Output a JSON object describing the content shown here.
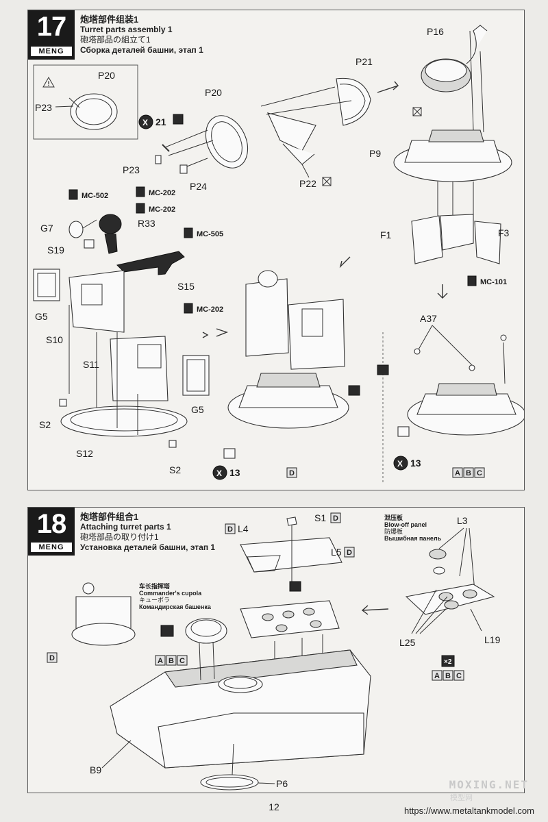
{
  "steps": [
    {
      "number": "17",
      "brand": "MENG",
      "title_zh": "炮塔部件组装1",
      "title_en": "Turret parts assembly 1",
      "title_ja": "砲塔部品の組立て1",
      "title_ru": "Сборка деталей башни, этап 1",
      "labels": {
        "p20_inset": "P20",
        "p23_inset": "P23",
        "p20": "P20",
        "p21": "P21",
        "p16": "P16",
        "p23": "P23",
        "p24": "P24",
        "p22": "P22",
        "p9": "P9",
        "f1": "F1",
        "f3": "F3",
        "g7": "G7",
        "r33": "R33",
        "s19": "S19",
        "s15": "S15",
        "g5_left": "G5",
        "g5_right": "G5",
        "s10": "S10",
        "s11": "S11",
        "s2_left": "S2",
        "s2_right": "S2",
        "s12": "S12",
        "a37": "A37",
        "x21": "21",
        "x13_mid": "13",
        "x13_right": "13",
        "mc502": "MC-502",
        "mc202_a": "MC-202",
        "mc202_b": "MC-202",
        "mc505": "MC-505",
        "mc202_c": "MC-202",
        "mc101": "MC-101",
        "sub_d": "D",
        "opt_a": "A",
        "opt_b": "B",
        "opt_c": "C"
      }
    },
    {
      "number": "18",
      "brand": "MENG",
      "title_zh": "炮塔部件组合1",
      "title_en": "Attaching turret parts 1",
      "title_ja": "砲塔部品の取り付け1",
      "title_ru": "Установка деталей башни, этап 1",
      "labels": {
        "s1": "S1",
        "s1_tag": "D",
        "l4": "L4",
        "l4_tag": "D",
        "l5": "L5",
        "l5_tag": "D",
        "l3": "L3",
        "l19": "L19",
        "l25": "L25",
        "b9": "B9",
        "p6": "P6",
        "sub_d": "D",
        "x2": "×2",
        "opt_a1": "A",
        "opt_b1": "B",
        "opt_c1": "C",
        "opt_a2": "A",
        "opt_b2": "B",
        "opt_c2": "C"
      },
      "cupola": {
        "zh": "车长指挥塔",
        "en": "Commander's cupola",
        "ja": "キューポラ",
        "ru": "Командирская башенка"
      },
      "blowoff": {
        "zh": "泄压板",
        "en": "Blow-off panel",
        "ja": "防爆板",
        "ru": "Вышибная панель"
      }
    }
  ],
  "page_number": "12",
  "watermark": "MOXING.NET",
  "watermark_sub": "模型网",
  "source_url": "https://www.metaltankmodel.com"
}
